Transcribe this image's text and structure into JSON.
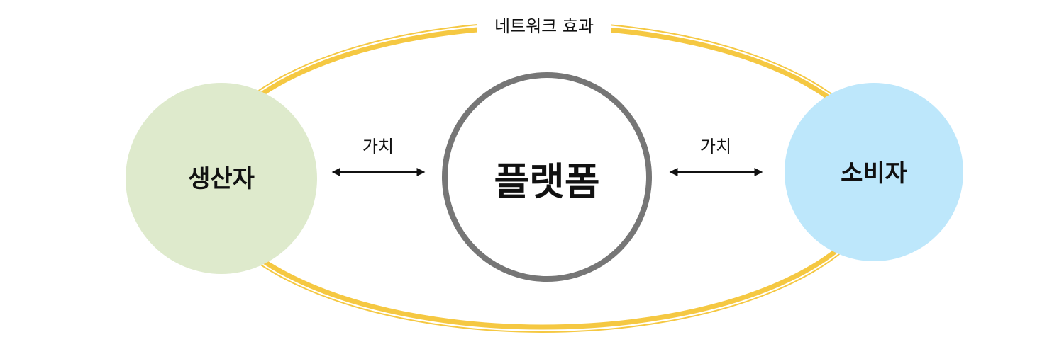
{
  "diagram": {
    "title": "네트워크 효과",
    "center": {
      "label": "플랫폼"
    },
    "left": {
      "label": "생산자"
    },
    "right": {
      "label": "소비자"
    },
    "edges": [
      {
        "label": "가치"
      },
      {
        "label": "가치"
      }
    ]
  },
  "colors": {
    "ring": "#f5c842",
    "producer_fill": "#deeacc",
    "consumer_fill": "#bde7fb",
    "platform_stroke": "#767676",
    "arrow": "#111111",
    "text": "#111111"
  }
}
